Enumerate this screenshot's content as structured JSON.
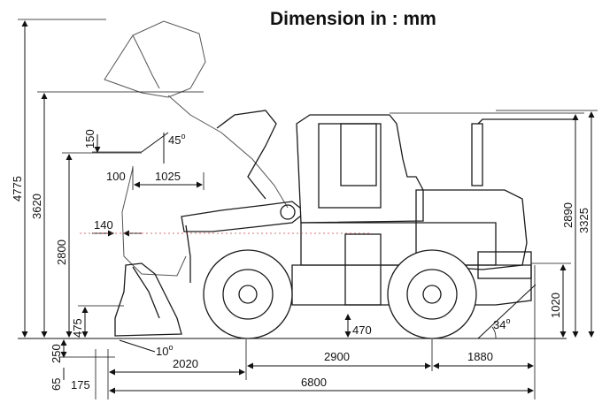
{
  "title": "Dimension in : mm",
  "dimensions": {
    "overall_height_raised": "4775",
    "hinge_pin_height": "3620",
    "dump_clearance": "2800",
    "dump_reach_150": "150",
    "dump_angle": "45",
    "reach_100": "100",
    "reach_1025": "1025",
    "bucket_140": "140",
    "carry_height_475": "475",
    "ground_clearance": "470",
    "rollback_angle": "10",
    "dig_depth": "250",
    "dig_65": "65",
    "front_overhang": "175",
    "axle_to_bucket": "2020",
    "wheelbase": "2900",
    "rear_overhang": "1880",
    "overall_length": "6800",
    "cab_height": "2890",
    "overall_height": "3325",
    "counterweight_height": "1020",
    "departure_angle": "34"
  },
  "degree_symbol": "o"
}
